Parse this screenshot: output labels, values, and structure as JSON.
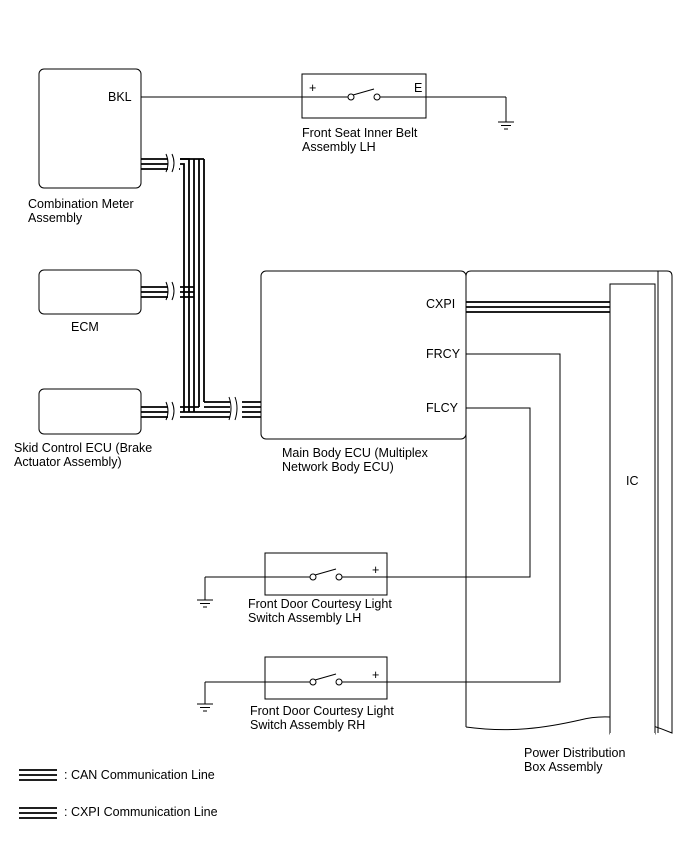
{
  "components": {
    "combination_meter": {
      "label_line1": "Combination Meter",
      "label_line2": "Assembly",
      "pin_bkl": "BKL"
    },
    "ecm": {
      "label": "ECM"
    },
    "skid_control": {
      "label_line1": "Skid Control ECU (Brake",
      "label_line2": "Actuator Assembly)"
    },
    "belt_switch": {
      "label_line1": "Front Seat Inner Belt",
      "label_line2": "Assembly LH",
      "pin_plus": "+",
      "pin_e": "E"
    },
    "main_body_ecu": {
      "label_line1": "Main Body ECU (Multiplex",
      "label_line2": "Network Body ECU)",
      "pin_cxpi": "CXPI",
      "pin_frcy": "FRCY",
      "pin_flcy": "FLCY"
    },
    "door_lh": {
      "label_line1": "Front Door Courtesy Light",
      "label_line2": "Switch Assembly LH",
      "pin_plus": "+"
    },
    "door_rh": {
      "label_line1": "Front Door Courtesy Light",
      "label_line2": "Switch Assembly RH",
      "pin_plus": "+"
    },
    "power_distribution": {
      "label_line1": "Power Distribution",
      "label_line2": "Box Assembly",
      "ic_label": "IC"
    }
  },
  "legend": {
    "can": ": CAN Communication Line",
    "cxpi": ": CXPI Communication Line"
  }
}
